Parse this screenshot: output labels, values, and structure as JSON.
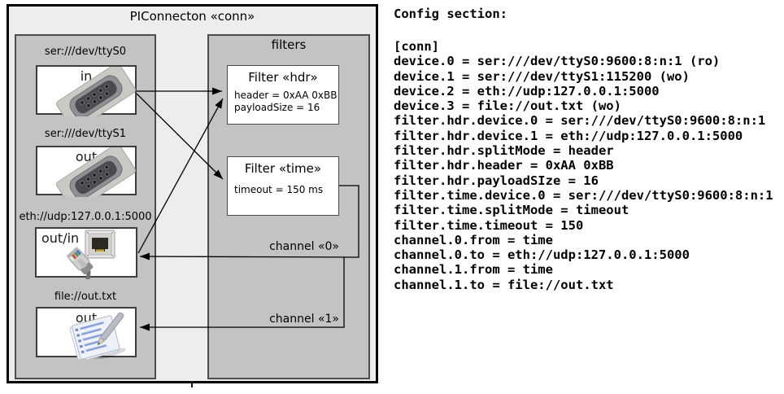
{
  "diagram": {
    "title": "PIConnecton «conn»",
    "devices_panel": {
      "devices": [
        {
          "label": "ser:///dev/ttyS0",
          "port": "in",
          "icon": "db9-serial-connector-icon"
        },
        {
          "label": "ser:///dev/ttyS1",
          "port": "out",
          "icon": "db9-serial-connector-icon"
        },
        {
          "label": "eth://udp:127.0.0.1:5000",
          "port": "out/in",
          "icon": "rj45-plug-icon"
        },
        {
          "label": "file://out.txt",
          "port": "out",
          "icon": "notepad-pen-icon"
        }
      ]
    },
    "filters_panel": {
      "title": "filters",
      "filters": [
        {
          "title": "Filter «hdr»",
          "attributes": [
            "header = 0xAA 0xBB",
            "payloadSize = 16"
          ]
        },
        {
          "title": "Filter «time»",
          "attributes": [
            "timeout = 150 ms"
          ]
        }
      ],
      "channels": [
        {
          "label": "channel «0»"
        },
        {
          "label": "channel «1»"
        }
      ]
    },
    "colors": {
      "outer_fill": "#ededed",
      "panel_gray": "#c3c3c3",
      "box_white": "#ffffff",
      "line_black": "#000000"
    }
  },
  "config": {
    "heading": "Config section:",
    "lines": [
      "[conn]",
      "device.0 = ser:///dev/ttyS0:9600:8:n:1 (ro)",
      "device.1 = ser:///dev/ttyS1:115200 (wo)",
      "device.2 = eth://udp:127.0.0.1:5000",
      "device.3 = file://out.txt (wo)",
      "filter.hdr.device.0 = ser:///dev/ttyS0:9600:8:n:1",
      "filter.hdr.device.1 = eth://udp:127.0.0.1:5000",
      "filter.hdr.splitMode = header",
      "filter.hdr.header = 0xAA 0xBB",
      "filter.hdr.payloadSIze = 16",
      "filter.time.device.0 = ser:///dev/ttyS0:9600:8:n:1",
      "filter.time.splitMode = timeout",
      "filter.time.timeout = 150",
      "channel.0.from = time",
      "channel.0.to = eth://udp:127.0.0.1:5000",
      "channel.1.from = time",
      "channel.1.to = file://out.txt"
    ]
  }
}
